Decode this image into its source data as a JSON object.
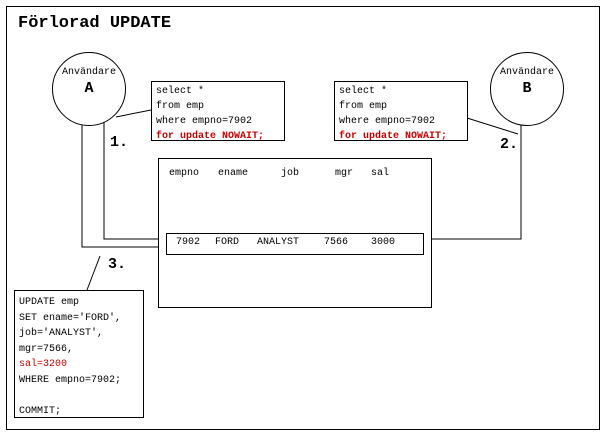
{
  "title": "Förlorad UPDATE",
  "user_a": {
    "label": "Användare",
    "letter": "A"
  },
  "user_b": {
    "label": "Användare",
    "letter": "B"
  },
  "query_a": {
    "lines": [
      "select *",
      "from emp",
      "where empno=7902"
    ],
    "highlight": "for update NOWAIT;"
  },
  "query_b": {
    "lines": [
      "select *",
      "from emp",
      "where empno=7902"
    ],
    "highlight": "for update NOWAIT;"
  },
  "steps": {
    "s1": "1.",
    "s2": "2.",
    "s3": "3."
  },
  "table": {
    "columns": [
      "empno",
      "ename",
      "job",
      "mgr",
      "sal"
    ],
    "row": [
      "7902",
      "FORD",
      "ANALYST",
      "7566",
      "3000"
    ]
  },
  "update": {
    "lines_before": [
      "UPDATE emp",
      "SET ename='FORD',",
      "job='ANALYST',",
      "mgr=7566,"
    ],
    "highlight": "sal=3200",
    "lines_after": [
      "WHERE empno=7902;",
      "",
      "COMMIT;"
    ]
  },
  "colors": {
    "highlight": "#cc0000",
    "line": "#000000"
  }
}
